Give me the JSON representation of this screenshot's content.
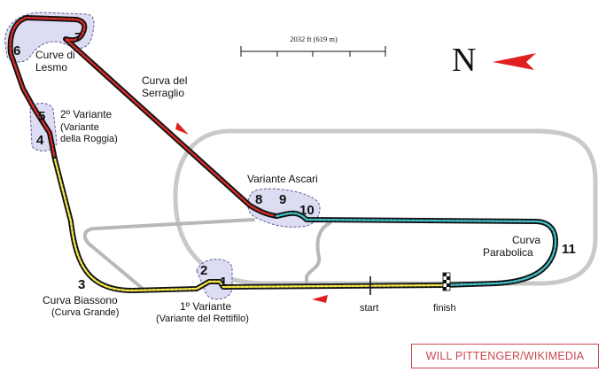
{
  "map": {
    "compass_letter": "N",
    "scale_label": "2032 ft (619 m)",
    "credit": "WILL PITTENGER/WIKIMEDIA",
    "markers": {
      "start": "start",
      "finish": "finish"
    },
    "corners": {
      "c1": "1",
      "c2": "2",
      "c3": "3",
      "c4": "4",
      "c5": "5",
      "c6": "6",
      "c7": "7",
      "c8": "8",
      "c9": "9",
      "c10": "10",
      "c11": "11"
    },
    "corner_names": {
      "lesmo_1": "Curve di",
      "lesmo_2": "Lesmo",
      "serraglio_1": "Curva del",
      "serraglio_2": "Serraglio",
      "roggia_1": "2º Variante",
      "roggia_2": "(Variante",
      "roggia_3": "della Roggia)",
      "ascari": "Variante Ascari",
      "parabolica_1": "Curva",
      "parabolica_2": "Parabolica",
      "biassono_1": "Curva Biassono",
      "biassono_2": "(Curva Grande)",
      "rettifilo_1": "1º Variante",
      "rettifilo_2": "(Variante del Rettifilo)"
    },
    "colors": {
      "sector1": "#f2e54a",
      "sector2": "#dd2b2b",
      "sector3": "#3fc0c6",
      "track_edge": "#111111",
      "oval": "#c9c9c9",
      "highlight_fill": "#dcdcf2",
      "highlight_stroke": "#5a5a9a",
      "north_arrow": "#e02020",
      "credit": "#c9474f"
    }
  }
}
